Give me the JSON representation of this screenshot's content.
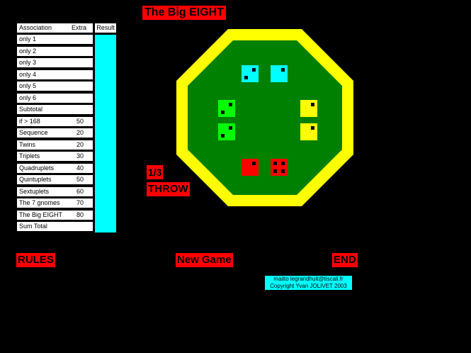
{
  "title": "The Big EIGHT",
  "score_header": {
    "association": "Association",
    "extra": "Extra",
    "result": "Result"
  },
  "score_rows": [
    {
      "label": " only 1",
      "extra": ""
    },
    {
      "label": " only 2",
      "extra": ""
    },
    {
      "label": " only 3",
      "extra": ""
    },
    {
      "label": " only 4",
      "extra": ""
    },
    {
      "label": " only 5",
      "extra": ""
    },
    {
      "label": " only 6",
      "extra": ""
    },
    {
      "label": "Subtotal",
      "extra": ""
    },
    {
      "label": "if > 168",
      "extra": "50"
    },
    {
      "label": "Sequence",
      "extra": "20"
    },
    {
      "label": "Twins",
      "extra": "20"
    },
    {
      "label": "Triplets",
      "extra": "30"
    },
    {
      "label": "Quadruplets",
      "extra": "40"
    },
    {
      "label": "Quintuplets",
      "extra": "50"
    },
    {
      "label": "Sextuplets",
      "extra": "60"
    },
    {
      "label": "The 7 gnomes",
      "extra": "70"
    },
    {
      "label": "The Big EIGHT",
      "extra": "80"
    },
    {
      "label": "Sum Total",
      "extra": ""
    }
  ],
  "throw_counter": "1/3",
  "throw_button": "THROW",
  "rules_button": "RULES",
  "new_game_button": "New Game",
  "end_button": "END",
  "contact": {
    "email": "mailto legrandhuit@tiscali.fr",
    "copyright": "Copyright Yvan JOLIVET 2003"
  },
  "colors": {
    "table_outer": "#ffff00",
    "table_inner": "#008000",
    "accent": "#ff0000",
    "result": "#00ffff"
  },
  "dice": [
    {
      "color": "cyan",
      "value": 2
    },
    {
      "color": "cyan",
      "value": 1
    },
    {
      "color": "green",
      "value": 2
    },
    {
      "color": "green",
      "value": 2
    },
    {
      "color": "yellow",
      "value": 1
    },
    {
      "color": "yellow",
      "value": 1
    },
    {
      "color": "red",
      "value": 1
    },
    {
      "color": "red",
      "value": 4
    }
  ]
}
